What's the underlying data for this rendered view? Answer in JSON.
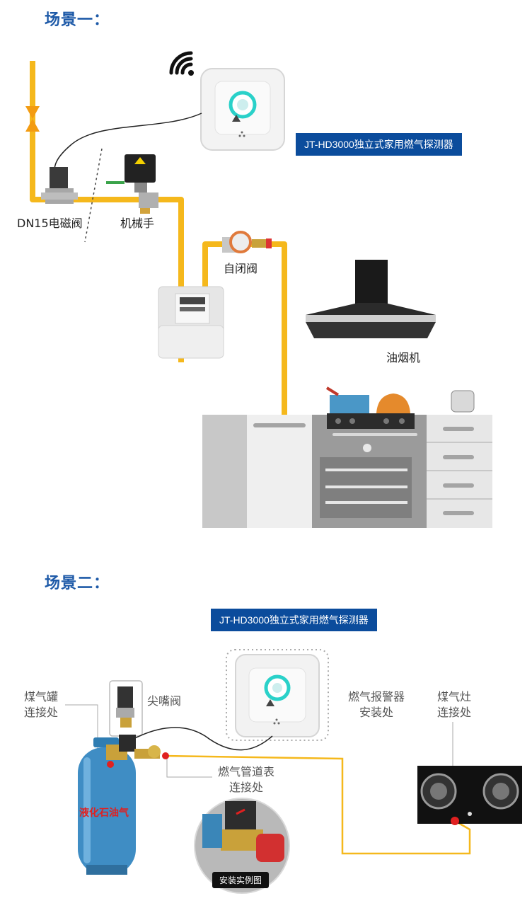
{
  "scene1": {
    "heading": "场景一：",
    "detector_label": "JT-HD3000独立式家用燃气探测器",
    "valve_label": "DN15电磁阀",
    "manipulator_label": "机械手",
    "selfclosing_label": "自闭阀",
    "hood_label": "油烟机"
  },
  "scene2": {
    "heading": "场景二：",
    "detector_label": "JT-HD3000独立式家用燃气探测器",
    "tank_connection_label": [
      "煤气罐",
      "连接处"
    ],
    "nozzle_valve_label": "尖嘴阀",
    "alarm_install_label": [
      "燃气报警器",
      "安装处"
    ],
    "stove_connection_label": [
      "煤气灶",
      "连接处"
    ],
    "meter_connection_label": [
      "燃气管道表",
      "连接处"
    ],
    "tank_text": "液化石油气",
    "photo_caption": "安装实例图"
  },
  "colors": {
    "pipe": "#f5b81c",
    "heading": "#1e5aa8",
    "label_box": "#0b4c9c",
    "detector_ring": "#2ad1c9"
  }
}
